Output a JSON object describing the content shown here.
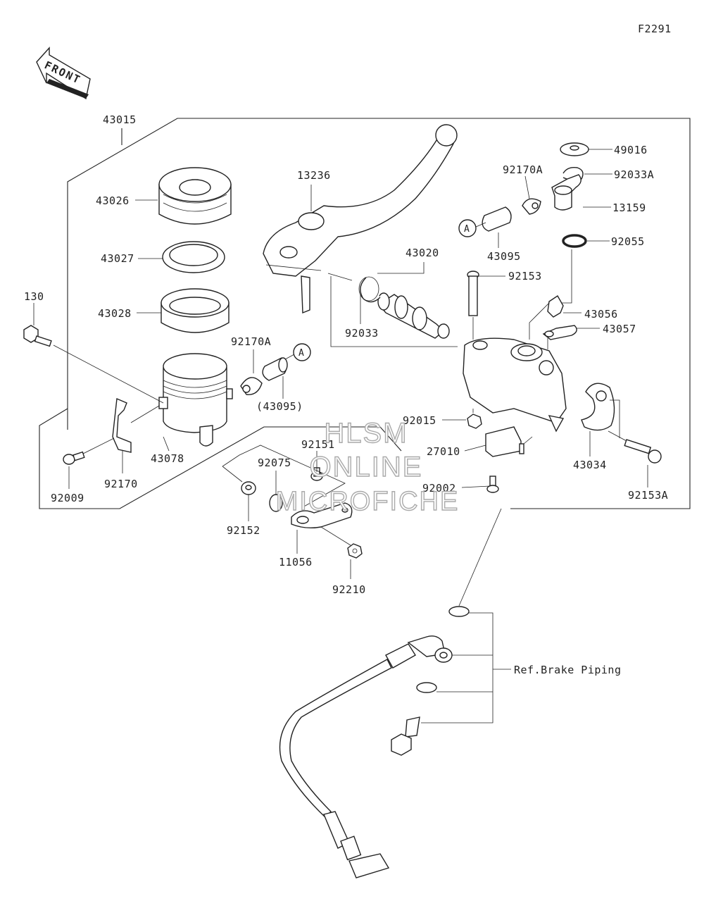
{
  "figure_code": "F2291",
  "direction_label": "FRONT",
  "ref_note": "Ref.Brake Piping",
  "callout_marker": "A",
  "watermark": [
    "HLSM",
    "ONLINE",
    "MICROFICHE"
  ],
  "parts": {
    "p43015": "43015",
    "p43026": "43026",
    "p43027": "43027",
    "p43028": "43028",
    "p130": "130",
    "p43078": "43078",
    "p92170A_left": "92170A",
    "p43095_paren": "(43095)",
    "p92009": "92009",
    "p92170": "92170",
    "p92152": "92152",
    "p92075": "92075",
    "p92151": "92151",
    "p11056": "11056",
    "p92210": "92210",
    "p13236": "13236",
    "p43020": "43020",
    "p92033": "92033",
    "p92015": "92015",
    "p27010": "27010",
    "p92002": "92002",
    "p49016": "49016",
    "p92170A_right": "92170A",
    "p92033A": "92033A",
    "p13159": "13159",
    "p43095": "43095",
    "p92055": "92055",
    "p92153": "92153",
    "p43056": "43056",
    "p43057": "43057",
    "p43034": "43034",
    "p92153A": "92153A"
  }
}
